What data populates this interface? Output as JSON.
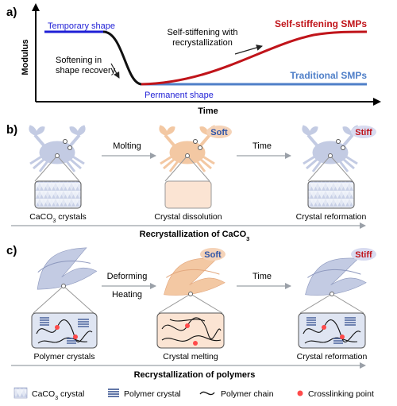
{
  "colors": {
    "temporary": "#1f1fd6",
    "self_stiffening": "#c0141a",
    "traditional": "#4f7fc8",
    "curve_black": "#111111",
    "soft_bubble": "#f5d3b8",
    "stiff_bubble": "#d8dbf0",
    "crab_blue": "#c3cbe3",
    "crab_orange": "#f3c8a3",
    "panel_blue": "#dfe5f2",
    "panel_orange": "#fbe4d3",
    "crosslink": "#ff4a4a"
  },
  "panel_a": {
    "label": "a)",
    "y_axis_label": "Modulus",
    "x_axis_label": "Time",
    "temporary_shape": "Temporary shape",
    "softening_line1": "Softening in",
    "softening_line2": "shape recovery",
    "permanent_shape": "Permanent shape",
    "recryst_line1": "Self-stiffening with",
    "recryst_line2": "recrystallization",
    "self_stiffening_smps": "Self-stiffening SMPs",
    "traditional_smps": "Traditional SMPs"
  },
  "panel_b": {
    "label": "b)",
    "arrow1_label": "Molting",
    "arrow2_label": "Time",
    "soft_badge": "Soft",
    "stiff_badge": "Stiff",
    "caption1_main": "CaCO",
    "caption1_sub": "3",
    "caption1_rest": " crystals",
    "caption2": "Crystal dissolution",
    "caption3": "Crystal reformation",
    "bottom_main": "Recrystallization of CaCO",
    "bottom_sub": "3"
  },
  "panel_c": {
    "label": "c)",
    "arrow1_label_top": "Deforming",
    "arrow1_label_bottom": "Heating",
    "arrow2_label": "Time",
    "soft_badge": "Soft",
    "stiff_badge": "Stiff",
    "caption1": "Polymer crystals",
    "caption2": "Crystal melting",
    "caption3": "Crystal reformation",
    "bottom_label": "Recrystallization of polymers"
  },
  "legend": {
    "caco3_main": "CaCO",
    "caco3_sub": "3",
    "caco3_rest": " crystal",
    "polymer_crystal": "Polymer crystal",
    "polymer_chain": "Polymer chain",
    "crosslinking_point": "Crosslinking point"
  }
}
